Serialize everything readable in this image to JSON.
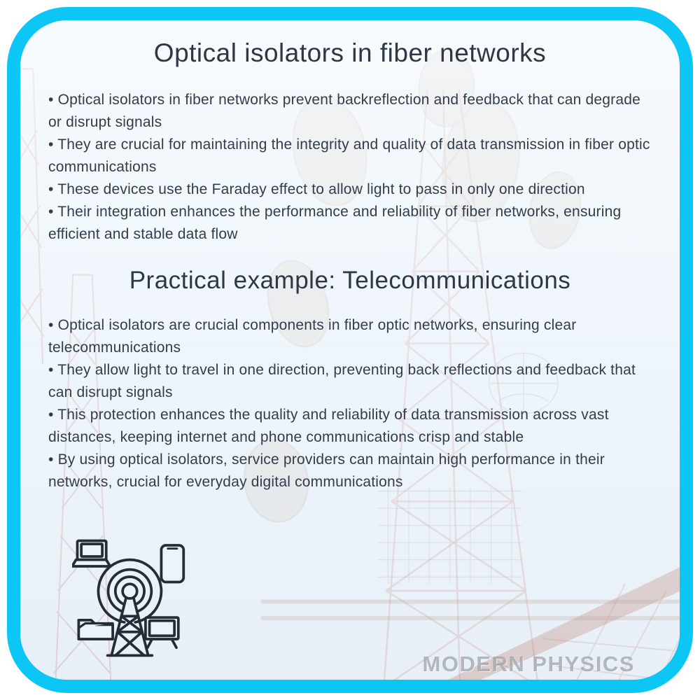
{
  "page": {
    "title": "Optical isolators in fiber networks"
  },
  "sections": [
    {
      "heading": "",
      "bullets": [
        "• Optical isolators in fiber networks prevent backreflection and feedback that can degrade or disrupt signals",
        "• They are crucial for maintaining the integrity and quality of data transmission in fiber optic communications",
        "• These devices use the Faraday effect to allow light to pass in only one direction",
        "• Their integration enhances the performance and reliability of fiber networks, ensuring efficient and stable data flow"
      ]
    },
    {
      "heading": "Practical example: Telecommunications",
      "bullets": [
        "• Optical isolators are crucial components in fiber optic networks, ensuring clear telecommunications",
        "• They allow light to travel in one direction, preventing back reflections and feedback that can disrupt signals",
        "• This protection enhances the quality and reliability of data transmission across vast distances, keeping internet and phone communications crisp and stable",
        "• By using optical isolators, service providers can maintain high performance in their networks, crucial for everyday digital communications"
      ]
    }
  ],
  "watermark": "MODERN PHYSICS",
  "icon": {
    "name": "broadcast-tower-with-devices",
    "elements": [
      "laptop",
      "smartphone",
      "folder",
      "tv",
      "radio-tower",
      "signal-arcs"
    ]
  },
  "colors": {
    "border": "#0cc6f5",
    "card_background": "#ecf3fa",
    "heading_text": "#2e3744",
    "body_text": "#323c4a",
    "icon_stroke": "#262c35",
    "watermark": "#7b818a"
  }
}
